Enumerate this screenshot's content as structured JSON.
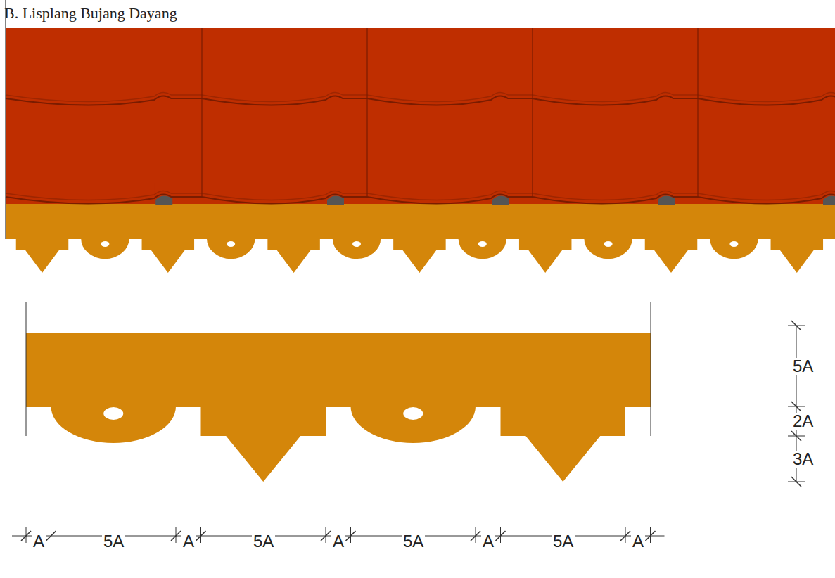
{
  "diagram": {
    "title": "B. Lisplang Bujang Dayang",
    "labels": [
      "5A",
      "2A",
      "3A",
      "A",
      "5A",
      "A",
      "5A",
      "A",
      "5A",
      "A",
      "5A",
      "A"
    ]
  }
}
